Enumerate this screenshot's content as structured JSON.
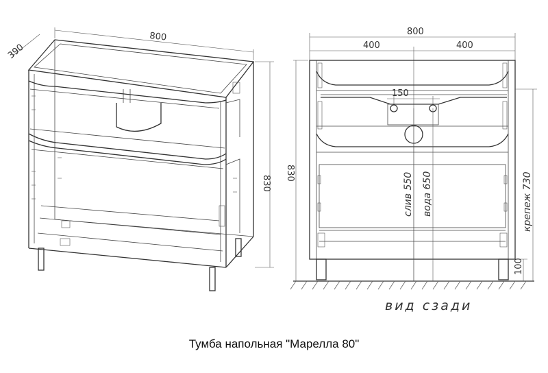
{
  "caption": "Тумба напольная \"Марелла 80\"",
  "left_view": {
    "width_label": "800",
    "depth_label": "390",
    "height_label": "830"
  },
  "right_view": {
    "width_label": "800",
    "half_left_label": "400",
    "half_right_label": "400",
    "height_label": "830",
    "pipe_spacing_label": "150",
    "drain_label": "слив 550",
    "water_label": "вода 650",
    "mount_label": "крепеж 730",
    "leg_label": "100",
    "view_label": "вид сзади"
  }
}
